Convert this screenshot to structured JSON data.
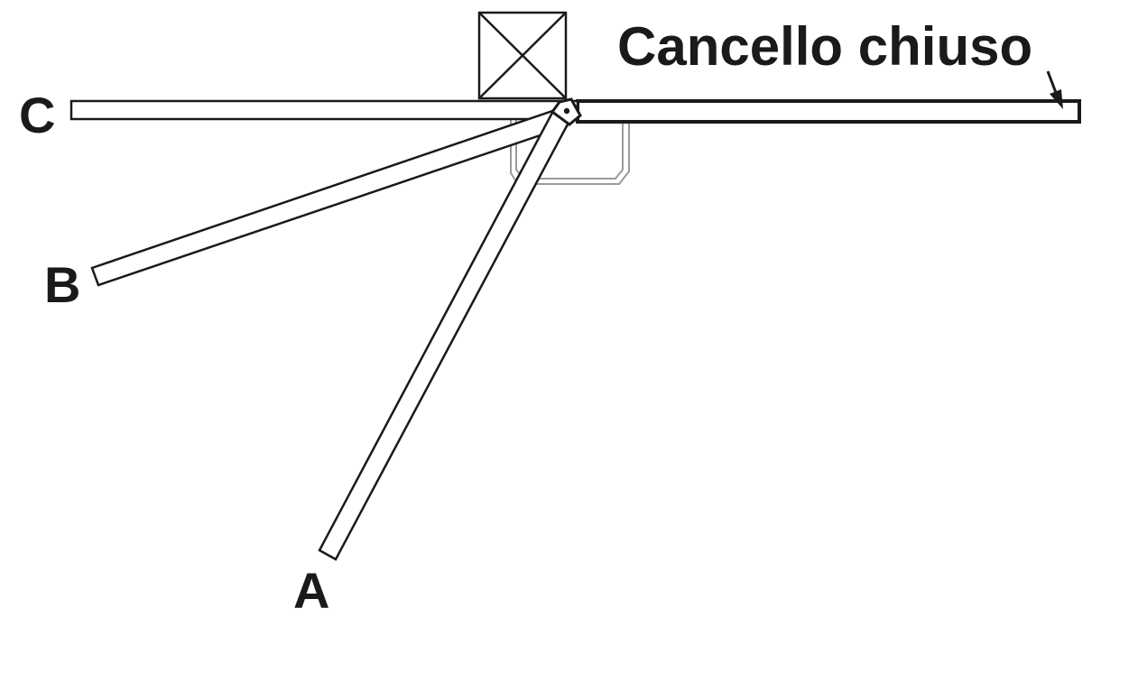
{
  "diagram": {
    "title": "Cancello chiuso",
    "positions": [
      {
        "id": "C",
        "label": "C",
        "angle_deg": 0
      },
      {
        "id": "B",
        "label": "B",
        "angle_deg": 20
      },
      {
        "id": "A",
        "label": "A",
        "angle_deg": 62
      }
    ],
    "closed_position": {
      "angle_deg": 0,
      "direction": "right"
    },
    "colors": {
      "line": "#1a1a1a",
      "faint_line": "#9a9a9a",
      "background": "#ffffff"
    },
    "icons": [
      "gate-post-icon",
      "hinge-pin-icon",
      "arrow-icon"
    ]
  }
}
